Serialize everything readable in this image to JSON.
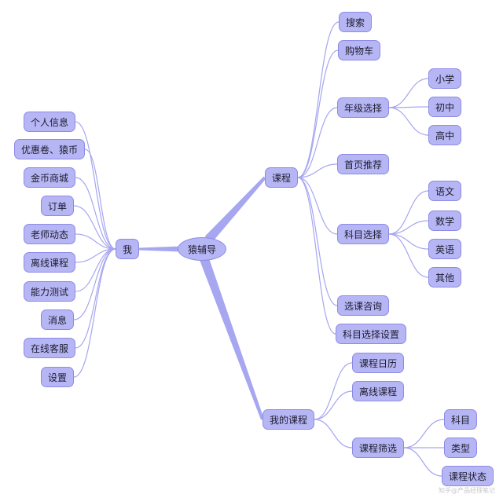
{
  "mindmap": {
    "root": "猿辅导",
    "left": {
      "label": "我",
      "children": [
        "个人信息",
        "优惠卷、猿币",
        "金币商城",
        "订单",
        "老师动态",
        "离线课程",
        "能力测试",
        "消息",
        "在线客服",
        "设置"
      ]
    },
    "course": {
      "label": "课程",
      "children": {
        "search": "搜索",
        "cart": "购物车",
        "grade": {
          "label": "年级选择",
          "children": [
            "小学",
            "初中",
            "高中"
          ]
        },
        "home": "首页推荐",
        "subject": {
          "label": "科目选择",
          "children": [
            "语文",
            "数学",
            "英语",
            "其他"
          ]
        },
        "consult": "选课咨询",
        "subject_setting": "科目选择设置"
      }
    },
    "my_course": {
      "label": "我的课程",
      "children": {
        "calendar": "课程日历",
        "offline": "离线课程",
        "filter": {
          "label": "课程筛选",
          "children": [
            "科目",
            "类型",
            "课程状态"
          ]
        }
      }
    }
  },
  "colors": {
    "node_fill": "#b7b6f5",
    "node_border": "#8c8ae6",
    "link": "#a7a6f0"
  },
  "watermark": "知乎@产品经理笔记"
}
